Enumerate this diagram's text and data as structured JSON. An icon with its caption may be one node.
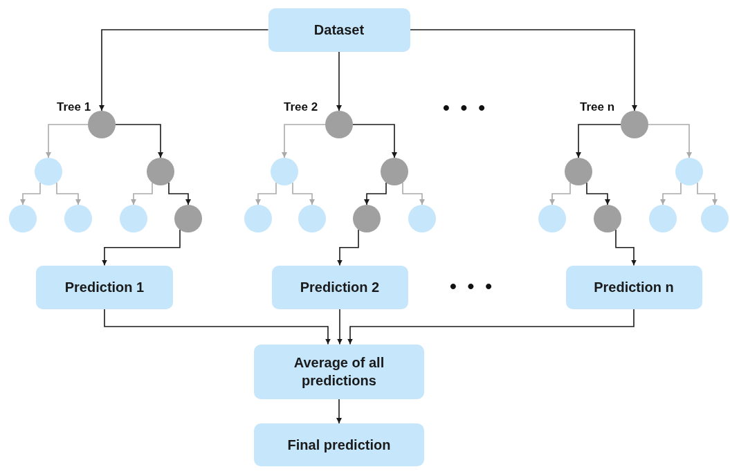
{
  "diagram": {
    "nodes": [
      {
        "text": [
          "Dataset"
        ]
      },
      {
        "text": [],
        "shape": "circle",
        "beside": [
          "Tree 1"
        ]
      },
      {
        "text": [],
        "shape": "circle"
      },
      {
        "text": [],
        "shape": "circle"
      },
      {
        "text": [],
        "shape": "circle"
      },
      {
        "text": [],
        "shape": "circle"
      },
      {
        "text": [],
        "shape": "circle"
      },
      {
        "text": [],
        "shape": "circle"
      },
      {
        "text": [],
        "shape": "circle",
        "beside": [
          "Tree 2"
        ]
      },
      {
        "text": [],
        "shape": "circle"
      },
      {
        "text": [],
        "shape": "circle"
      },
      {
        "text": [],
        "shape": "circle"
      },
      {
        "text": [],
        "shape": "circle"
      },
      {
        "text": [],
        "shape": "circle"
      },
      {
        "text": [],
        "shape": "circle"
      },
      {
        "text": [],
        "shape": "circle",
        "beside": [
          "Tree n"
        ]
      },
      {
        "text": [],
        "shape": "circle"
      },
      {
        "text": [],
        "shape": "circle"
      },
      {
        "text": [],
        "shape": "circle"
      },
      {
        "text": [],
        "shape": "circle"
      },
      {
        "text": [],
        "shape": "circle"
      },
      {
        "text": [],
        "shape": "circle"
      },
      {
        "text": [
          "Prediction 1"
        ]
      },
      {
        "text": [
          "Prediction 2"
        ]
      },
      {
        "text": [
          "Prediction n"
        ]
      },
      {
        "text": [
          "Average of all predictions"
        ]
      },
      {
        "text": [
          "Final prediction"
        ]
      }
    ],
    "edges": [
      {
        "from": 0,
        "to": 1,
        "arrow": "to"
      },
      {
        "from": 0,
        "to": 8,
        "arrow": "to"
      },
      {
        "from": 0,
        "to": 15,
        "arrow": "to"
      },
      {
        "from": 1,
        "to": 2,
        "arrow": "to",
        "color": "#aaaaaa"
      },
      {
        "from": 1,
        "to": 3,
        "arrow": "to"
      },
      {
        "from": 2,
        "to": 4,
        "arrow": "to",
        "color": "#aaaaaa"
      },
      {
        "from": 2,
        "to": 5,
        "arrow": "to",
        "color": "#aaaaaa"
      },
      {
        "from": 3,
        "to": 6,
        "arrow": "to",
        "color": "#aaaaaa"
      },
      {
        "from": 3,
        "to": 7,
        "arrow": "to"
      },
      {
        "from": 8,
        "to": 9,
        "arrow": "to",
        "color": "#aaaaaa"
      },
      {
        "from": 8,
        "to": 10,
        "arrow": "to"
      },
      {
        "from": 9,
        "to": 11,
        "arrow": "to",
        "color": "#aaaaaa"
      },
      {
        "from": 9,
        "to": 12,
        "arrow": "to",
        "color": "#aaaaaa"
      },
      {
        "from": 10,
        "to": 13,
        "arrow": "to"
      },
      {
        "from": 10,
        "to": 14,
        "arrow": "to",
        "color": "#aaaaaa"
      },
      {
        "from": 15,
        "to": 16,
        "arrow": "to"
      },
      {
        "from": 15,
        "to": 17,
        "arrow": "to",
        "color": "#aaaaaa"
      },
      {
        "from": 16,
        "to": 18,
        "arrow": "to",
        "color": "#aaaaaa"
      },
      {
        "from": 16,
        "to": 19,
        "arrow": "to"
      },
      {
        "from": 17,
        "to": 20,
        "arrow": "to",
        "color": "#aaaaaa"
      },
      {
        "from": 17,
        "to": 21,
        "arrow": "to",
        "color": "#aaaaaa"
      },
      {
        "from": 7,
        "to": 22,
        "arrow": "to"
      },
      {
        "from": 13,
        "to": 23,
        "arrow": "to"
      },
      {
        "from": 19,
        "to": 24,
        "arrow": "to"
      },
      {
        "from": 22,
        "to": 25,
        "arrow": "to"
      },
      {
        "from": 23,
        "to": 25,
        "arrow": "to"
      },
      {
        "from": 24,
        "to": 25,
        "arrow": "to"
      },
      {
        "from": 25,
        "to": 26,
        "arrow": "to"
      }
    ],
    "labels": [
      "• • •",
      "• • •"
    ]
  }
}
